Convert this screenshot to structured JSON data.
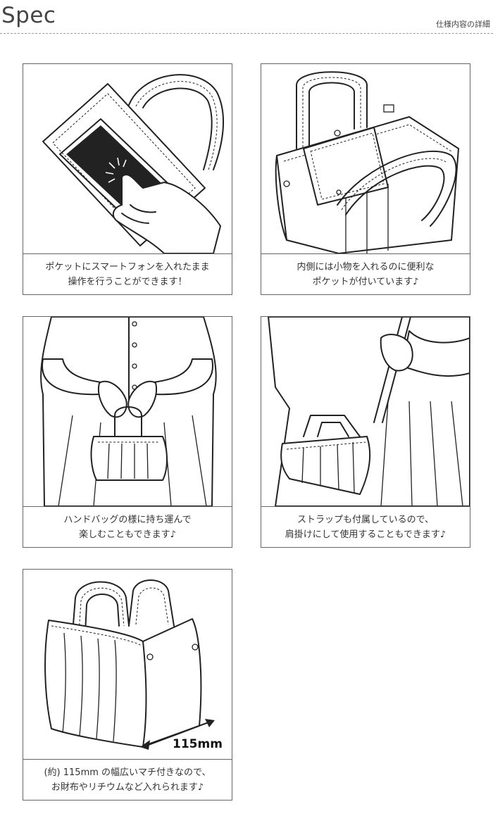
{
  "header": {
    "title": "Spec",
    "subtitle": "仕様内容の詳細"
  },
  "cards": [
    {
      "name": "smartphone-pocket",
      "caption_lines": [
        "ポケットにスマートフォンを入れたまま",
        "操作を行うことができます！"
      ]
    },
    {
      "name": "inner-pocket",
      "caption_lines": [
        "内側には小物を入れるのに便利な",
        "ポケットが付いています♪"
      ]
    },
    {
      "name": "handbag-use",
      "caption_lines": [
        "ハンドバッグの様に持ち運んで",
        "楽しむこともできます♪"
      ]
    },
    {
      "name": "shoulder-strap",
      "caption_lines": [
        "ストラップも付属しているので、",
        "肩掛けにして使用することもできます♪"
      ]
    },
    {
      "name": "gusset-width",
      "caption_lines": [
        "(約) 115mm の幅広いマチ付きなので、",
        "お財布やリチウムなど入れられます♪"
      ],
      "dimension_label": "115mm"
    }
  ]
}
